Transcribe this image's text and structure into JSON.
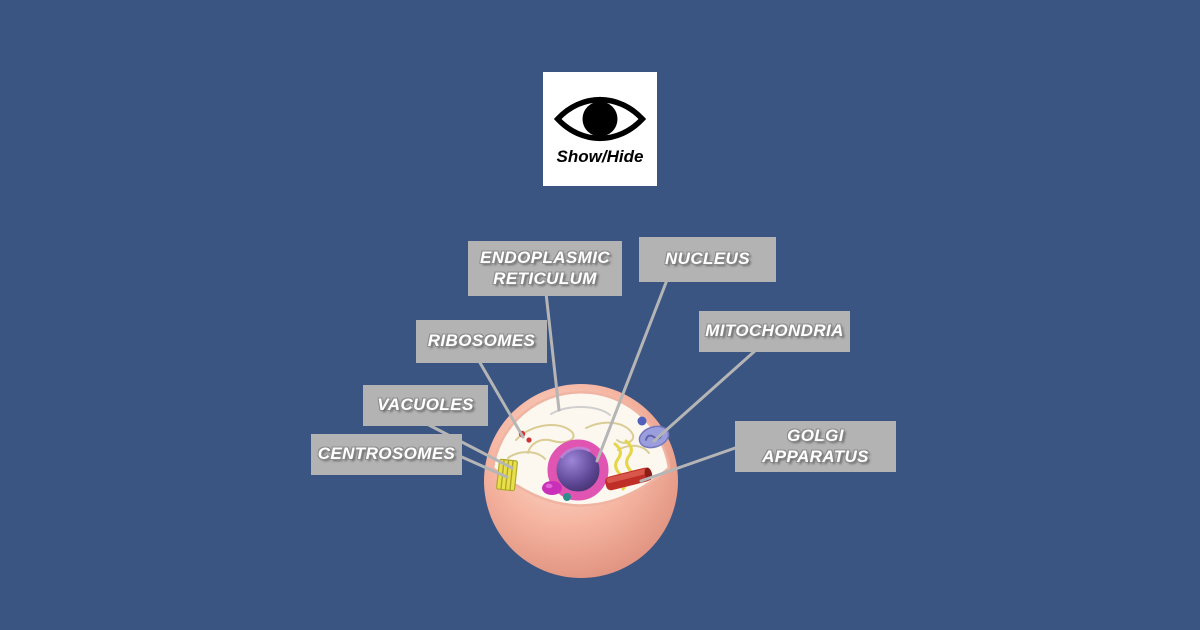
{
  "background_color": "#3b5583",
  "show_hide_button": {
    "label": "Show/Hide",
    "icon": "eye-icon"
  },
  "diagram": {
    "labels": [
      {
        "id": "endoplasmic-reticulum",
        "text": "ENDOPLASMIC\nRETICULUM"
      },
      {
        "id": "nucleus",
        "text": "NUCLEUS"
      },
      {
        "id": "ribosomes",
        "text": "RIBOSOMES"
      },
      {
        "id": "mitochondria",
        "text": "MITOCHONDRIA"
      },
      {
        "id": "vacuoles",
        "text": "VACUOLES"
      },
      {
        "id": "centrosomes",
        "text": "CENTROSOMES"
      },
      {
        "id": "golgi-apparatus",
        "text": "GOLGI\nAPPARATUS"
      }
    ],
    "colors": {
      "label_background": "#b3b3b3",
      "label_text": "#ffffff",
      "leader_line": "#b5b5b5",
      "cell_membrane": "#f5b4a0",
      "cytoplasm": "#fdf8ef",
      "nucleus_envelope": "#df55b1",
      "nucleus": "#5d4694"
    }
  }
}
